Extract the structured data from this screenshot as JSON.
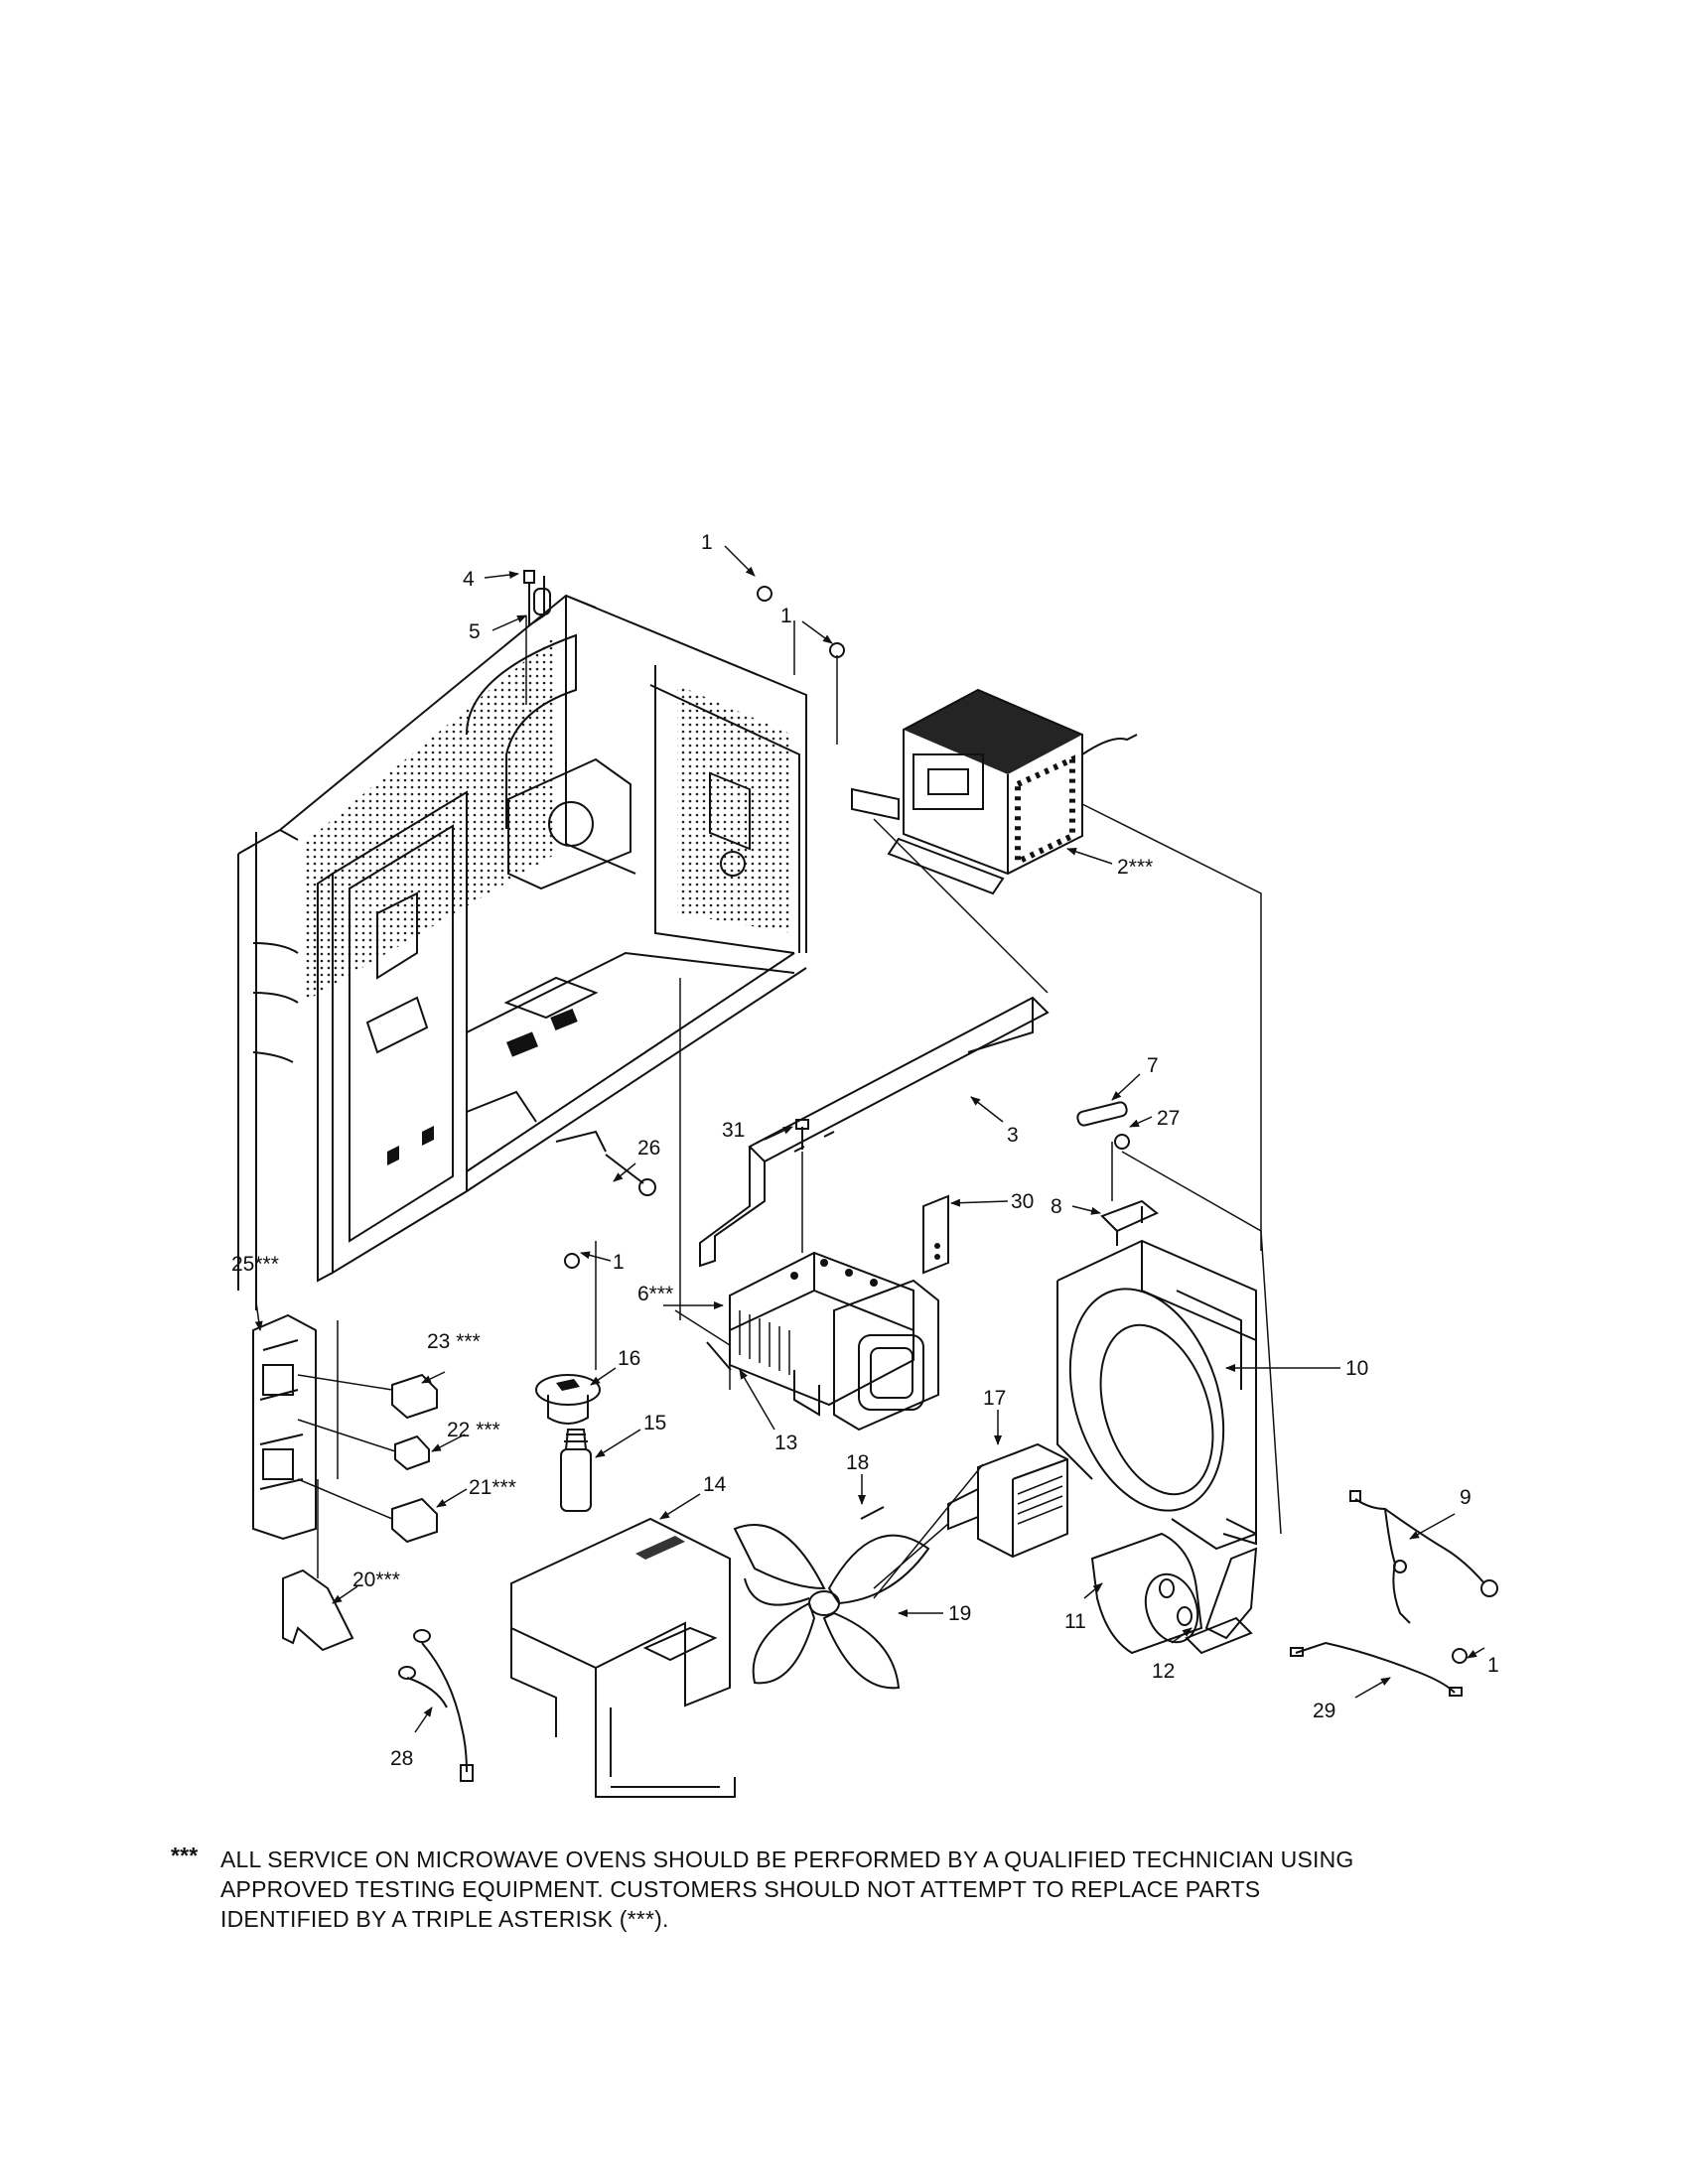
{
  "callouts": [
    {
      "id": "c1a",
      "label": "1"
    },
    {
      "id": "c1b",
      "label": "1"
    },
    {
      "id": "c1c",
      "label": "1"
    },
    {
      "id": "c1d",
      "label": "1"
    },
    {
      "id": "c2",
      "label": "2***"
    },
    {
      "id": "c3",
      "label": "3"
    },
    {
      "id": "c4",
      "label": "4"
    },
    {
      "id": "c5",
      "label": "5"
    },
    {
      "id": "c6",
      "label": "6***"
    },
    {
      "id": "c7",
      "label": "7"
    },
    {
      "id": "c8",
      "label": "8"
    },
    {
      "id": "c9",
      "label": "9"
    },
    {
      "id": "c10",
      "label": "10"
    },
    {
      "id": "c11",
      "label": "11"
    },
    {
      "id": "c12",
      "label": "12"
    },
    {
      "id": "c13",
      "label": "13"
    },
    {
      "id": "c14",
      "label": "14"
    },
    {
      "id": "c15",
      "label": "15"
    },
    {
      "id": "c16",
      "label": "16"
    },
    {
      "id": "c17",
      "label": "17"
    },
    {
      "id": "c18",
      "label": "18"
    },
    {
      "id": "c19",
      "label": "19"
    },
    {
      "id": "c20",
      "label": "20***"
    },
    {
      "id": "c21",
      "label": "21***"
    },
    {
      "id": "c22",
      "label": "22 ***"
    },
    {
      "id": "c23",
      "label": "23 ***"
    },
    {
      "id": "c25",
      "label": "25***"
    },
    {
      "id": "c26",
      "label": "26"
    },
    {
      "id": "c27",
      "label": "27"
    },
    {
      "id": "c28",
      "label": "28"
    },
    {
      "id": "c29",
      "label": "29"
    },
    {
      "id": "c30",
      "label": "30"
    },
    {
      "id": "c31",
      "label": "31"
    }
  ],
  "footnote": {
    "marker": "***",
    "text": "ALL SERVICE ON MICROWAVE OVENS SHOULD BE PERFORMED BY A QUALIFIED TECHNICIAN USING\nAPPROVED TESTING EQUIPMENT.  CUSTOMERS SHOULD NOT ATTEMPT TO REPLACE PARTS\nIDENTIFIED BY A TRIPLE ASTERISK (***)."
  }
}
